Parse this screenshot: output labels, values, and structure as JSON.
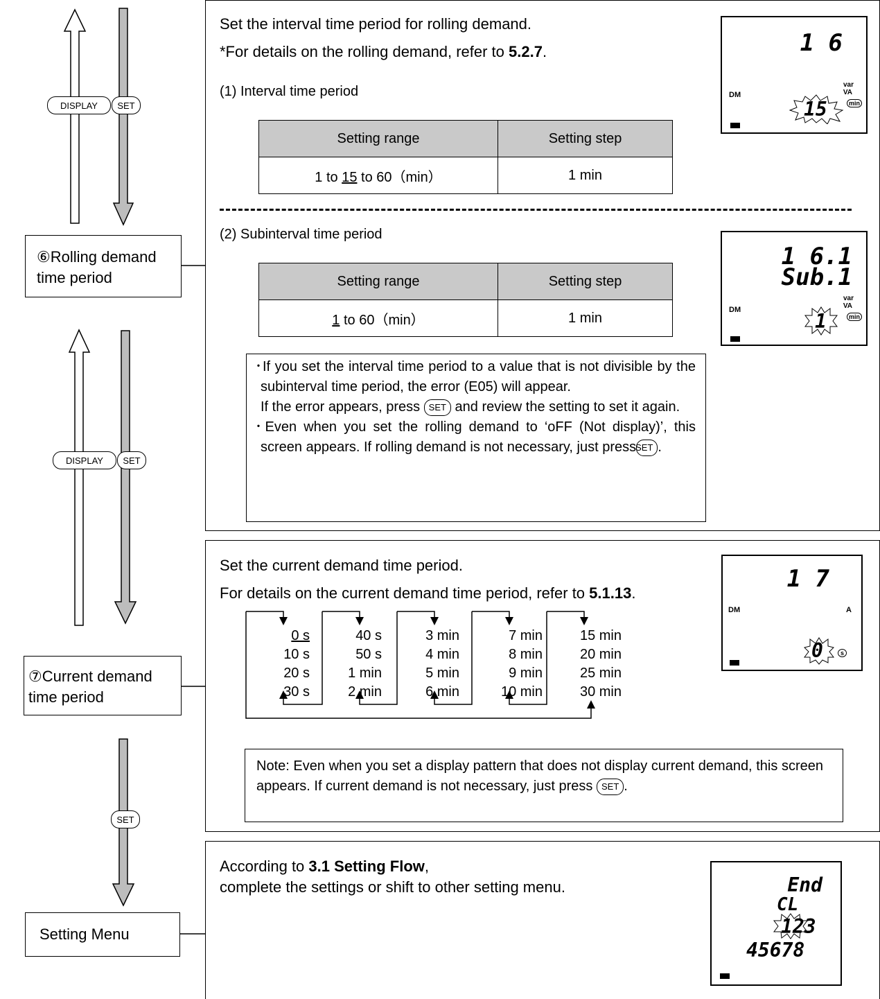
{
  "flow": {
    "display_key": "DISPLAY",
    "set_key": "SET",
    "step6_label": "⑥Rolling demand time period",
    "step7_label": "⑦Current demand time period",
    "menu_label": "Setting Menu"
  },
  "section6": {
    "intro": "Set the interval time period for rolling demand.",
    "ref_prefix": "*For details on the rolling demand, refer to ",
    "ref_num": "5.2.7",
    "interval_title": "(1) Interval time period",
    "interval_table": {
      "headers": [
        "Setting range",
        "Setting step"
      ],
      "range_pre": "1 to ",
      "range_default": "15",
      "range_post": " to 60（min）",
      "step": "1 min"
    },
    "subinterval_title": "(2) Subinterval time period",
    "subinterval_table": {
      "headers": [
        "Setting range",
        "Setting step"
      ],
      "range_default": "1",
      "range_post": " to 60（min）",
      "step": "1 min"
    },
    "note_line1": "･If you set the interval time period to a value that is not divisible by the subinterval time period, the error (E05) will appear.",
    "note_line2a": "If the error appears, press ",
    "note_line2b": " and review the setting to set it again.",
    "note_line3a": "･Even when you set the rolling demand to ‘oFF (Not display)’, this screen appears. If rolling demand is not necessary, just press",
    "note_line3b": ".",
    "lcd1": {
      "top": "1 6",
      "mode": "DM",
      "unit_top": "var",
      "unit_mid": "VA",
      "unit_bot": "min",
      "value": "15"
    },
    "lcd2": {
      "top": "1 6.1",
      "second": "Sub.1",
      "mode": "DM",
      "unit_top": "var",
      "unit_mid": "VA",
      "unit_bot": "min",
      "value": "1"
    }
  },
  "section7": {
    "intro": "Set the current demand time period.",
    "ref_prefix": "For details on the current demand time period, refer to ",
    "ref_num": "5.1.13",
    "ref_suffix": ".",
    "columns": [
      [
        "0 s",
        "10 s",
        "20 s",
        "30 s"
      ],
      [
        "40 s",
        "50 s",
        "1 min",
        "2 min"
      ],
      [
        "3 min",
        "4 min",
        "5 min",
        "6 min"
      ],
      [
        "7 min",
        "8 min",
        "9 min",
        "10 min"
      ],
      [
        "15 min",
        "20 min",
        "25 min",
        "30 min"
      ]
    ],
    "note_a": "Note: Even when you set a display pattern that does not display current demand, this screen appears. If current demand is not necessary, just press ",
    "note_b": ".",
    "lcd": {
      "top": "1 7",
      "mode": "DM",
      "unit": "A",
      "value": "0",
      "sub_unit": "s"
    }
  },
  "section_menu": {
    "line1_pre": "According to ",
    "line1_bold": "3.1 Setting Flow",
    "line1_post": ",",
    "line2": "complete the settings or shift to other setting menu.",
    "lcd": {
      "l1": "End",
      "l2": "CL",
      "l3": "123",
      "l4": "45678"
    }
  }
}
